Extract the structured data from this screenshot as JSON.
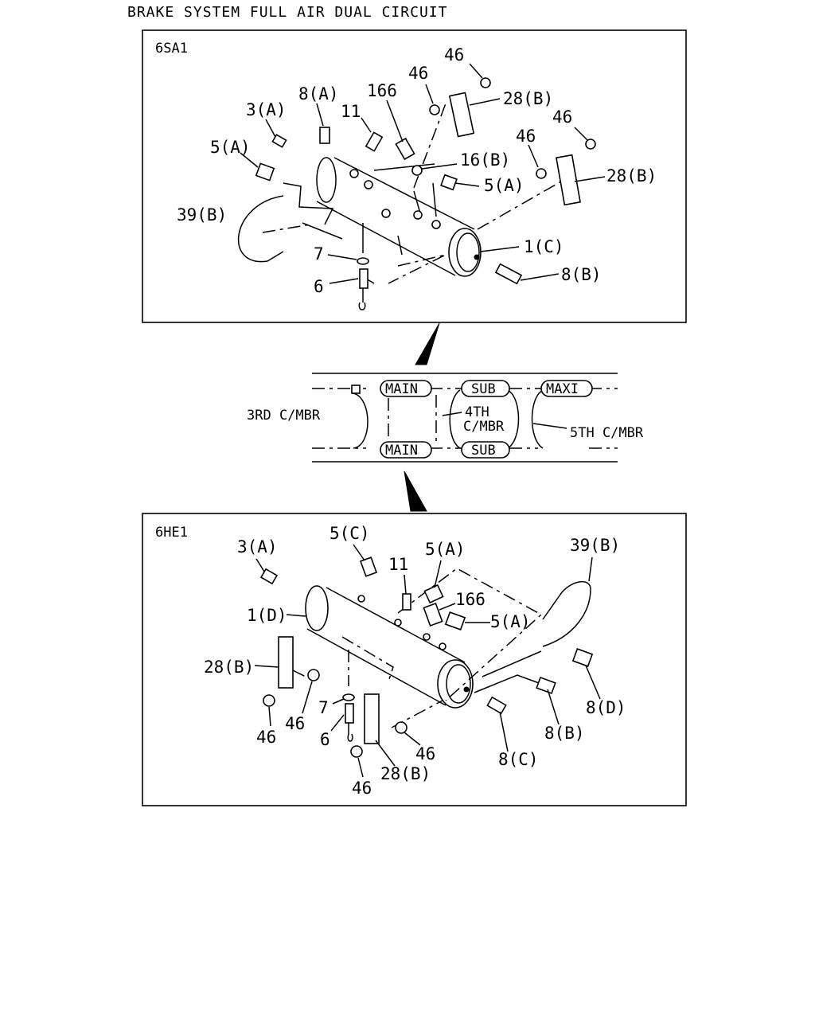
{
  "page_title": "BRAKE SYSTEM FULL AIR DUAL CIRCUIT",
  "top_panel": {
    "engine": "6SA1",
    "callouts": [
      "46",
      "46",
      "28(B)",
      "166",
      "8(A)",
      "3(A)",
      "11",
      "46",
      "46",
      "5(A)",
      "16(B)",
      "28(B)",
      "5(A)",
      "39(B)",
      "1(C)",
      "7",
      "8(B)",
      "6"
    ]
  },
  "legend": {
    "left_label": "3RD C/MBR",
    "center_label_line1": "4TH",
    "center_label_line2": "C/MBR",
    "right_label": "5TH C/MBR",
    "tags": [
      "MAIN",
      "SUB",
      "MAXI",
      "MAIN",
      "SUB"
    ]
  },
  "bottom_panel": {
    "engine": "6HE1",
    "callouts": [
      "5(C)",
      "3(A)",
      "5(A)",
      "39(B)",
      "11",
      "166",
      "1(D)",
      "5(A)",
      "28(B)",
      "8(D)",
      "46",
      "7",
      "8(B)",
      "46",
      "6",
      "46",
      "8(C)",
      "28(B)",
      "46"
    ]
  }
}
